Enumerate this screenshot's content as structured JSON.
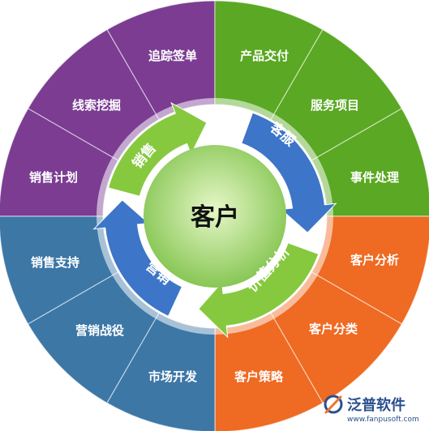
{
  "center": {
    "label": "客户"
  },
  "quadrants": [
    {
      "id": "sales",
      "color": "#7b3c92",
      "items": [
        "追踪签单",
        "线索挖掘",
        "销售计划"
      ]
    },
    {
      "id": "service",
      "color": "#5aa823",
      "items": [
        "产品交付",
        "服务项目",
        "事件处理"
      ]
    },
    {
      "id": "value",
      "color": "#ef6a22",
      "items": [
        "客户分析",
        "客户分类",
        "客户策略"
      ]
    },
    {
      "id": "market",
      "color": "#3c77a6",
      "items": [
        "销售支持",
        "营销战役",
        "市场开发"
      ]
    }
  ],
  "arrows": [
    {
      "id": "sales-arrow",
      "label": "销售",
      "color": "#86c93f"
    },
    {
      "id": "service-arrow",
      "label": "客服",
      "color": "#3d75c8"
    },
    {
      "id": "value-arrow",
      "label": "价值分析",
      "color": "#86c93f"
    },
    {
      "id": "market-arrow",
      "label": "营销",
      "color": "#3d75c8"
    }
  ],
  "logo": {
    "text": "泛普软件",
    "url": "www.fanpusoft.com"
  }
}
